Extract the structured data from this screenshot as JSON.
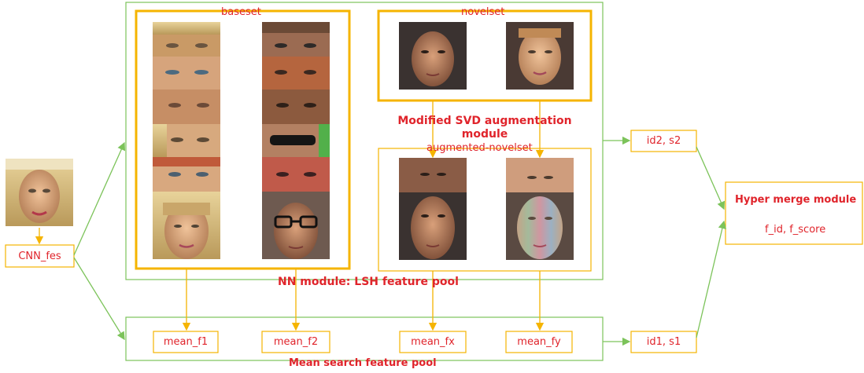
{
  "labels": {
    "baseset": "baseset",
    "novelset": "novelset",
    "svd_module": "Modified SVD augmentation\nmodule",
    "augmented_novelset": "augmented-novelset",
    "nn_module": "NN module: LSH feature pool",
    "mean_pool": "Mean search feature pool",
    "cnn_fes": "CNN_fes",
    "id2s2": "id2, s2",
    "id1s1": "id1, s1",
    "hyper_title": "Hyper merge module",
    "hyper_out": "f_id, f_score",
    "mean_f1": "mean_f1",
    "mean_f2": "mean_f2",
    "mean_fx": "mean_fx",
    "mean_fy": "mean_fy"
  },
  "colors": {
    "green": "#7cc35a",
    "orange": "#f5b400",
    "red": "#e0242b"
  }
}
